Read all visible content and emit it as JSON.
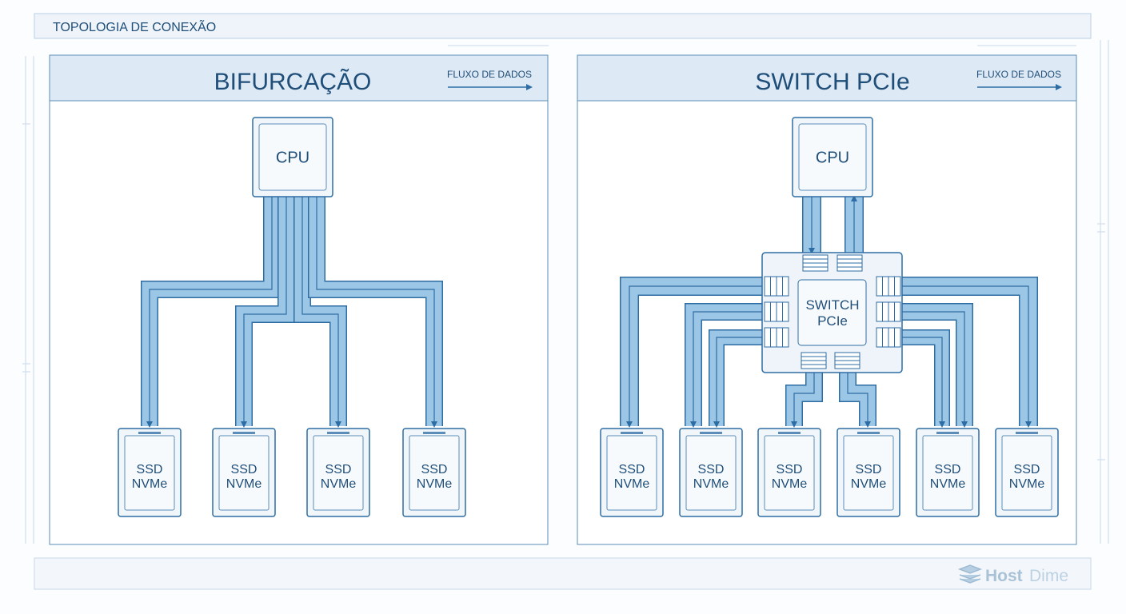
{
  "header": {
    "title": "TOPOLOGIA DE CONEXÃO"
  },
  "panels": [
    {
      "title": "BIFURCAÇÃO",
      "flow_label": "FLUXO DE DADOS",
      "cpu_label": "CPU",
      "ssd_count": 4,
      "ssd_line1": "SSD",
      "ssd_line2": "NVMe"
    },
    {
      "title": "SWITCH PCIe",
      "flow_label": "FLUXO DE DADOS",
      "cpu_label": "CPU",
      "switch_line1": "SWITCH",
      "switch_line2": "PCIe",
      "ssd_count": 6,
      "ssd_line1": "SSD",
      "ssd_line2": "NVMe"
    }
  ],
  "footer": {
    "logo_text_1": "Host",
    "logo_text_2": "Dime"
  },
  "colors": {
    "line": "#2e6da4",
    "bus_fill": "#9cc6e6",
    "panel_header": "#dde9f4",
    "text": "#1f4e79",
    "border": "#b8cfe3"
  }
}
